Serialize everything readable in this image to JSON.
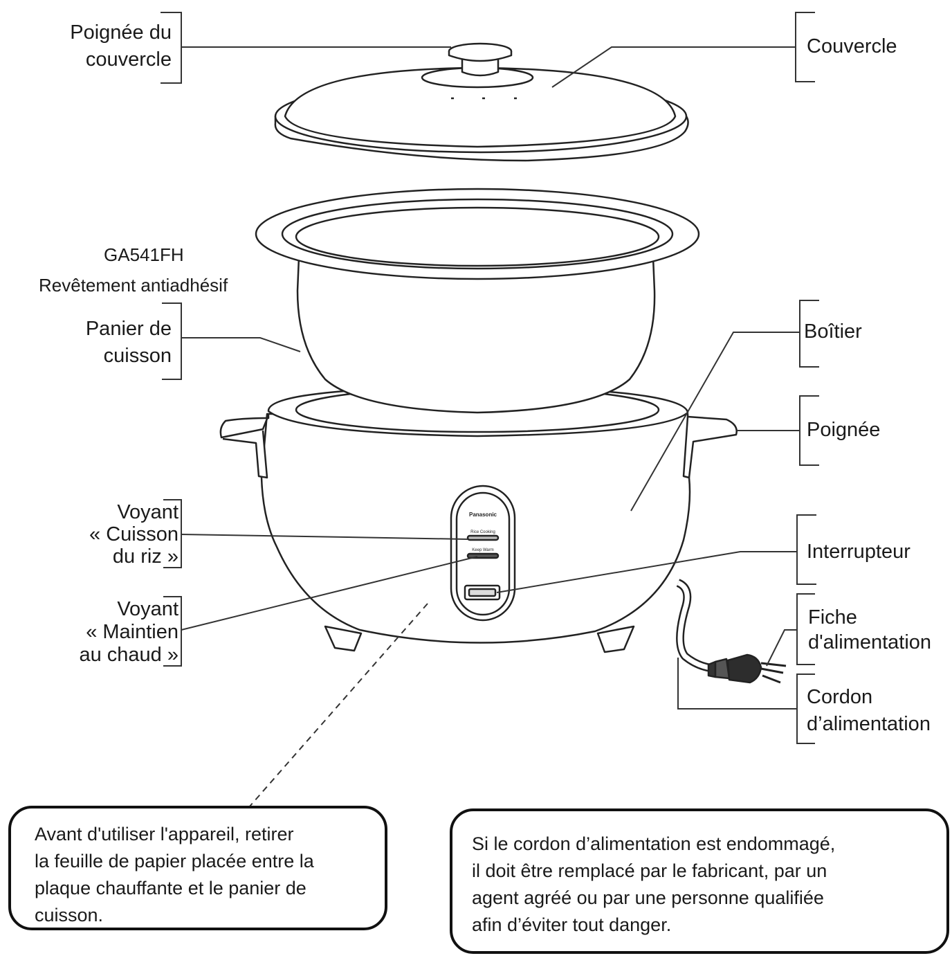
{
  "labels": {
    "lid_knob": "Poignée du\ncouvercle",
    "lid": "Couvercle",
    "model": "GA541FH",
    "coating": "Revêtement antiadhésif",
    "inner_pan": "Panier de\ncuisson",
    "body": "Boîtier",
    "handle": "Poignée",
    "cook_lamp": "Voyant\n« Cuisson\ndu riz »",
    "warm_lamp": "Voyant\n« Maintien\nau chaud »",
    "switch": "Interrupteur",
    "plug": "Fiche\nd'alimentation",
    "cord": "Cordon\nd’alimentation"
  },
  "panel": {
    "brand": "Panasonic",
    "cook": "Rice Cooking",
    "warm": "Keep Warm"
  },
  "notes": {
    "paper_sheet": "Avant d'utiliser l'appareil, retirer\nla feuille de papier placée entre la\nplaque chauffante et le panier de\ncuisson.",
    "cord_damage": "Si le cordon d’alimentation est endommagé,\nil doit être remplacé par le fabricant, par un\nagent agréé ou par une personne qualifiée\nafin d’éviter tout danger."
  }
}
